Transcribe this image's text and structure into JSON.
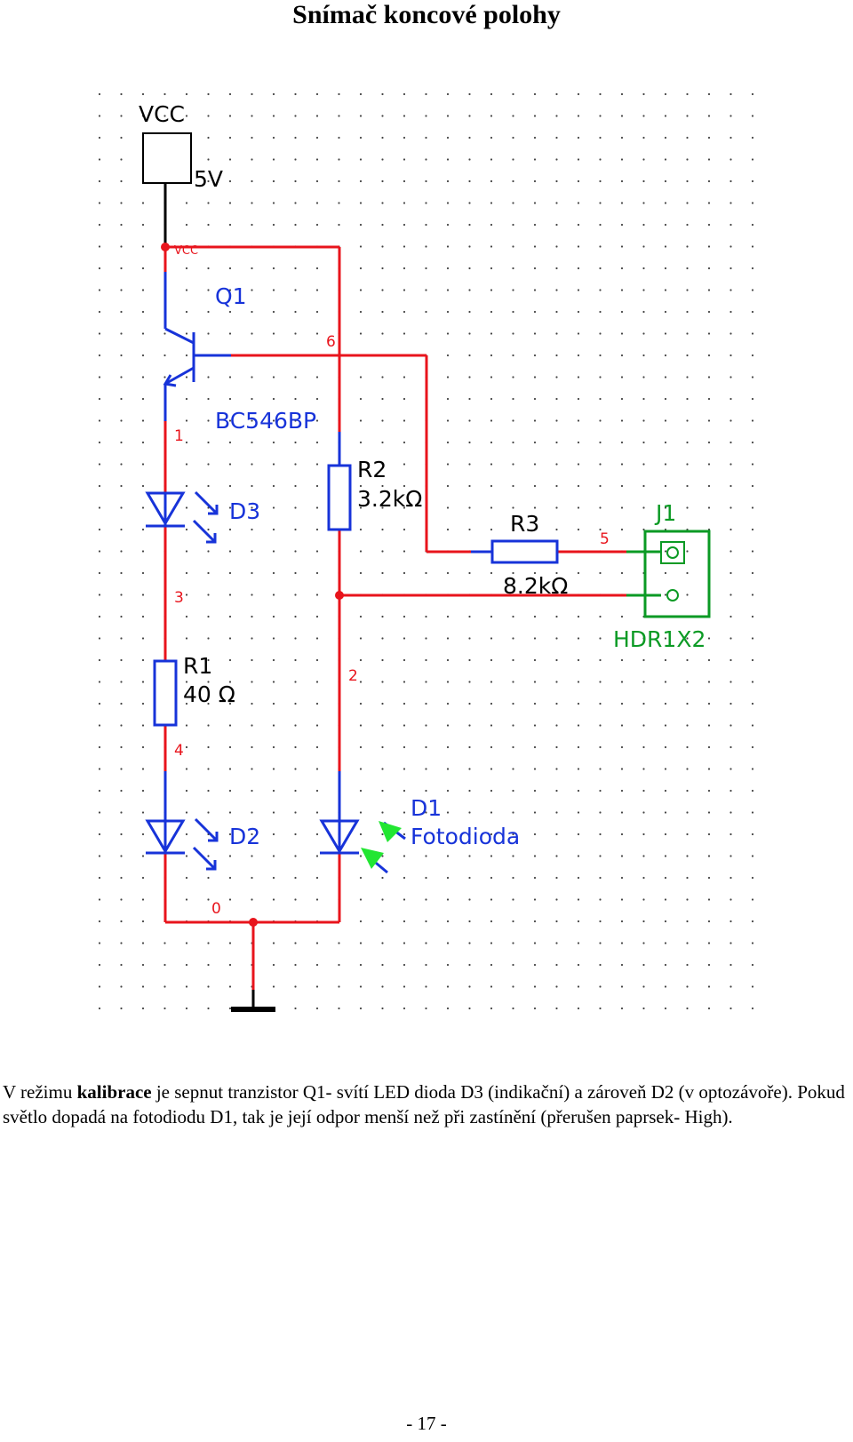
{
  "page": {
    "title": "Snímač koncové polohy",
    "page_number": "- 17 -"
  },
  "schematic": {
    "vcc_label": "VCC",
    "vcc_value": "5V",
    "vcc_net": "VCC",
    "q1_name": "Q1",
    "q1_part": "BC546BP",
    "d3_name": "D3",
    "d2_name": "D2",
    "d1_name": "D1",
    "d1_desc": "Fotodioda",
    "r1_name": "R1",
    "r1_value": "40 Ω",
    "r2_name": "R2",
    "r2_value": "3.2kΩ",
    "r3_name": "R3",
    "r3_value": "8.2kΩ",
    "j1_name": "J1",
    "j1_part": "HDR1X2",
    "node_0": "0",
    "node_1": "1",
    "node_2": "2",
    "node_3": "3",
    "node_4": "4",
    "node_5": "5",
    "node_6": "6",
    "colors": {
      "wire": "#e8141c",
      "part": "#1733d9",
      "connector": "#0b9a24",
      "photo": "#22e632"
    }
  },
  "caption": {
    "pre": "V režimu ",
    "bold": "kalibrace",
    "post": " je sepnut tranzistor Q1- svítí LED dioda D3 (indikační) a zároveň D2 (v optozávoře). Pokud světlo dopadá na fotodiodu D1, tak je její odpor menší než při zastínění (přerušen paprsek- High)."
  }
}
